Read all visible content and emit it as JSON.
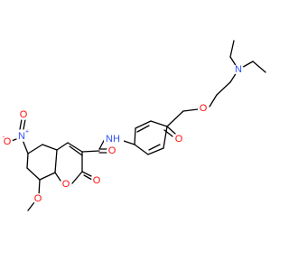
{
  "molecule": {
    "colors": {
      "carbon_bond": "#000000",
      "oxygen": "#ff0d0d",
      "nitrogen": "#3050f8",
      "background": "#ffffff"
    },
    "atom_labels": {
      "ester_o": "O",
      "ester_carbonyl_o": "O",
      "amine_n": "N",
      "amide_nh": "NH",
      "amide_o": "O",
      "nitro_n": "N",
      "nitro_n_charge": "+",
      "nitro_o_minus": "O",
      "nitro_o_minus_charge": "-",
      "nitro_o": "O",
      "ring_o": "O",
      "lactone_o": "O",
      "methoxy_o": "O"
    }
  }
}
